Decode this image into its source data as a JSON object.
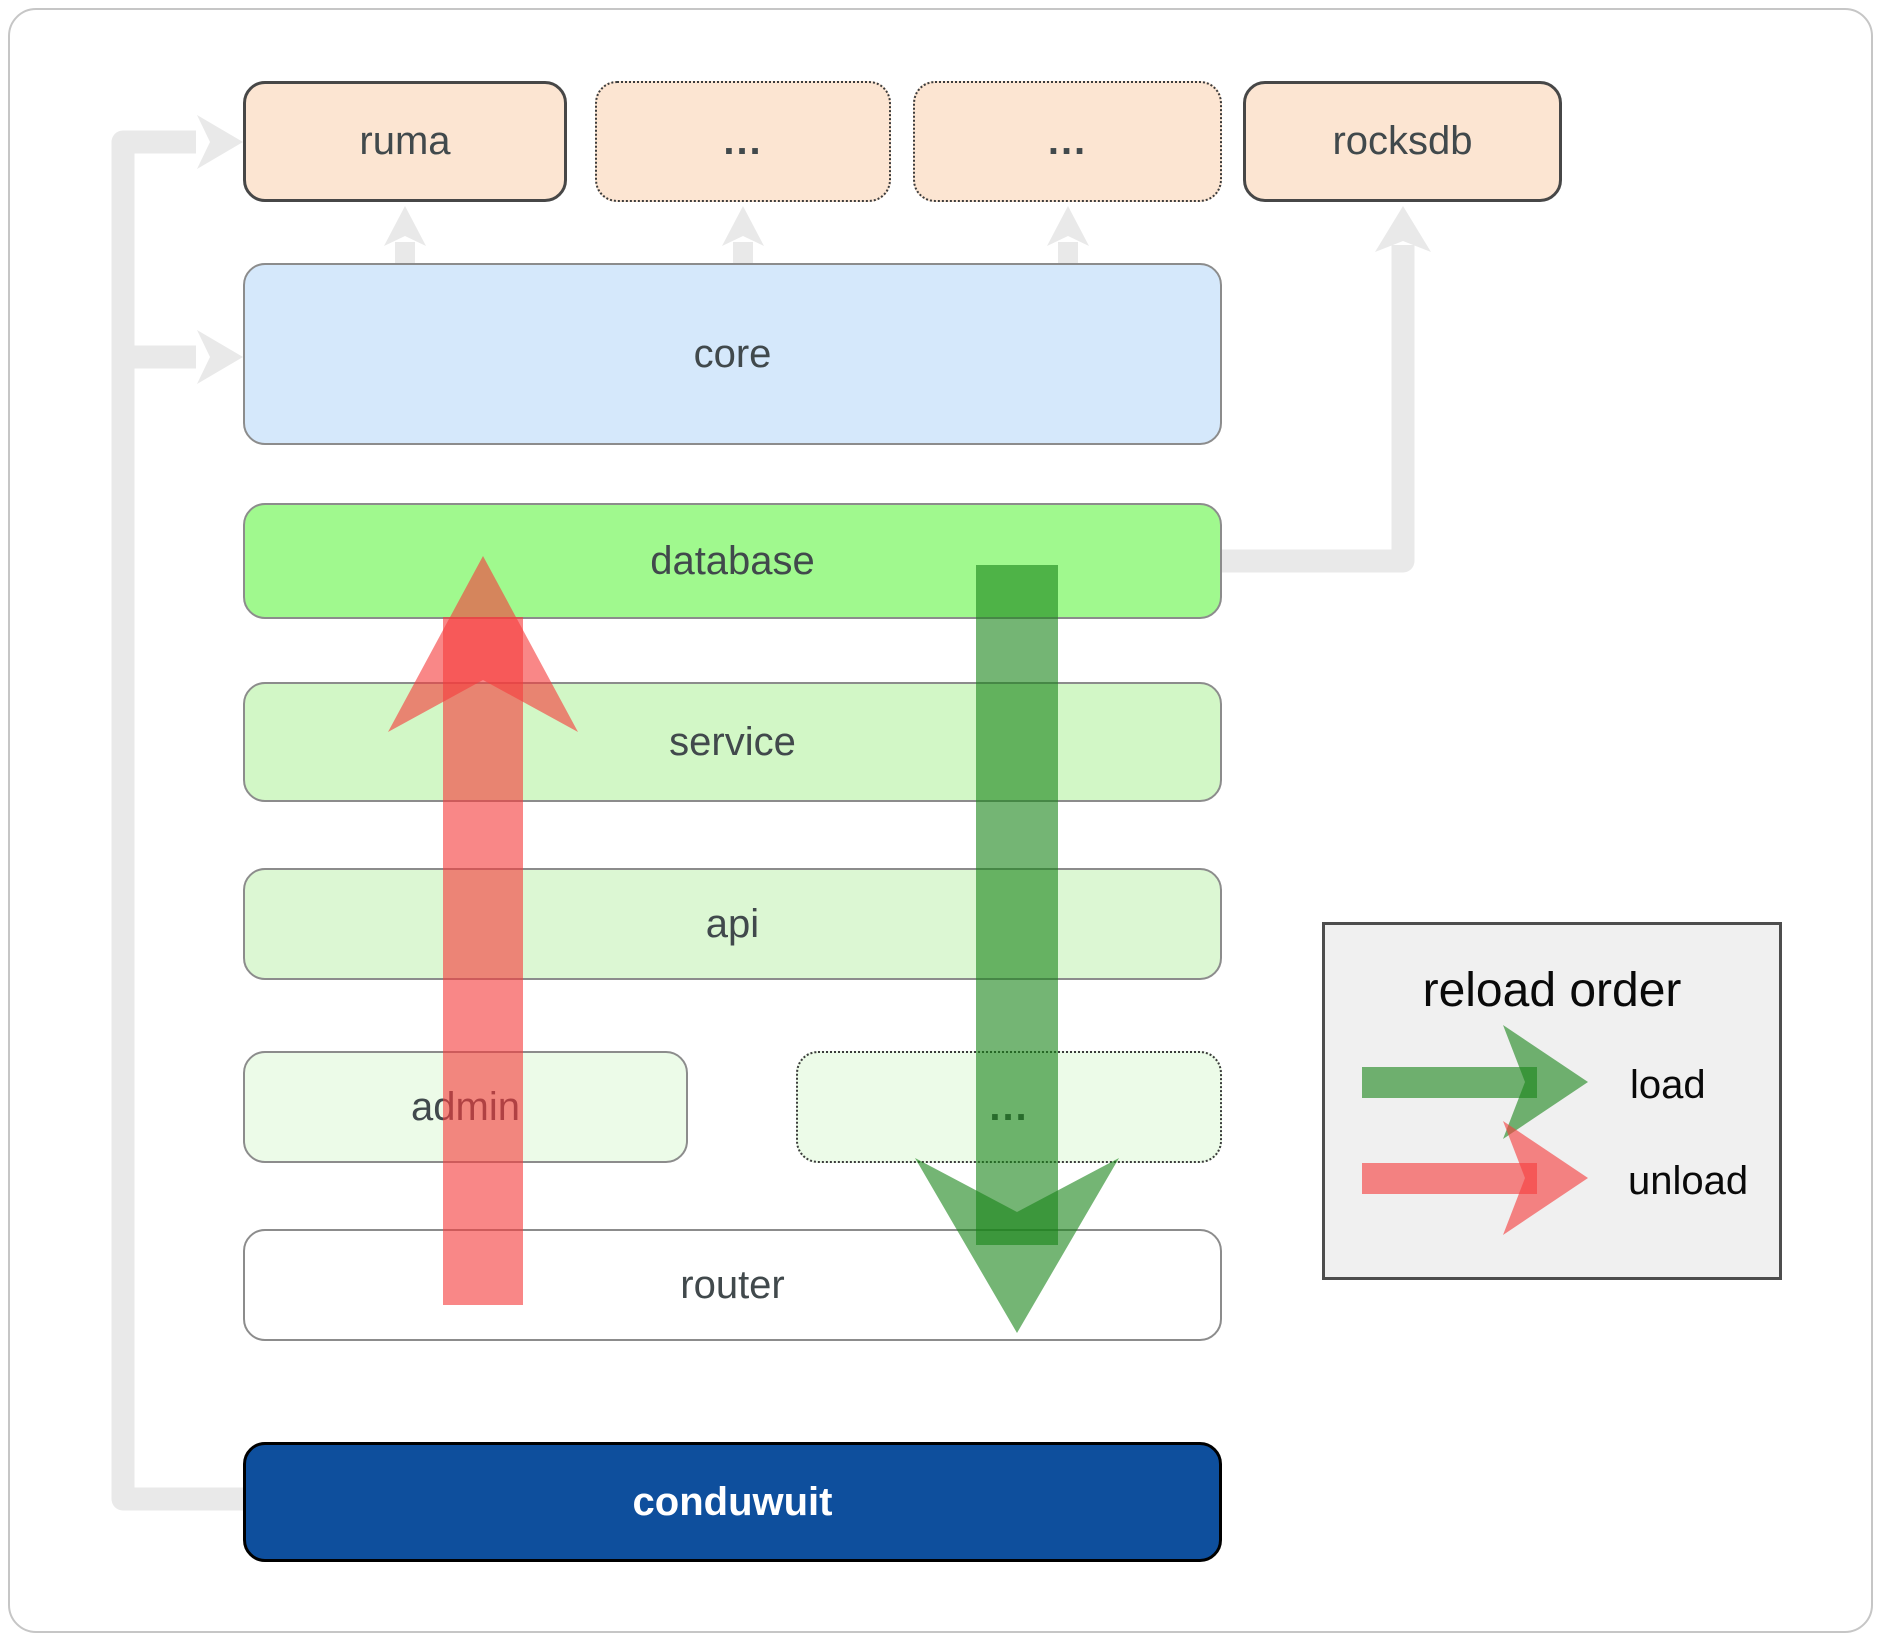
{
  "boxes": {
    "top_row": [
      {
        "label": "ruma",
        "border": "solid"
      },
      {
        "label": "...",
        "border": "dotted"
      },
      {
        "label": "...",
        "border": "dotted"
      },
      {
        "label": "rocksdb",
        "border": "solid"
      }
    ],
    "core": {
      "label": "core"
    },
    "database": {
      "label": "database"
    },
    "service": {
      "label": "service"
    },
    "api": {
      "label": "api"
    },
    "admin": {
      "label": "admin"
    },
    "admin_dots": {
      "label": "..."
    },
    "router": {
      "label": "router"
    },
    "conduwuit": {
      "label": "conduwuit"
    }
  },
  "legend": {
    "title": "reload order",
    "items": [
      {
        "label": "load",
        "color": "#188418"
      },
      {
        "label": "unload",
        "color": "#f63e3e"
      }
    ]
  },
  "colors": {
    "top_box_fill": "#fce5d2",
    "core_fill": "#d5e8fb",
    "database_fill": "#a0f98e",
    "service_fill": "#d2f7c6",
    "api_fill": "#dcf7d3",
    "admin_fill": "#ecfbe8",
    "router_fill": "#ffffff",
    "conduwuit_fill": "#0e4f9d",
    "connector_gray": "#e9e9e9",
    "legend_bg": "#f0f0f0"
  }
}
